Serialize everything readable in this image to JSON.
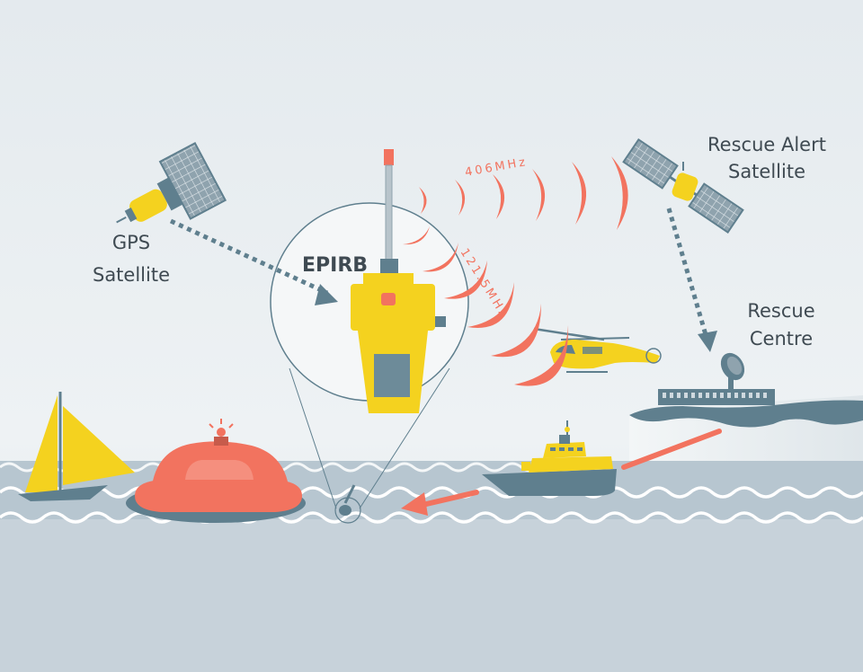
{
  "labels": {
    "gps": [
      "GPS",
      "Satellite"
    ],
    "rescue_alert": [
      "Rescue Alert",
      "Satellite"
    ],
    "rescue_centre": [
      "Rescue",
      "Centre"
    ],
    "epirb": "EPIRB",
    "freq_406": "406MHz",
    "freq_121": "121.5MHz"
  },
  "colors": {
    "sky": "#e9eef1",
    "sea_surface": "#b9c8d2",
    "sea_deep": "#c9d4dc",
    "yellow": "#f4d21f",
    "coral": "#f2735f",
    "slate": "#5f7f8e",
    "text": "#3f4a52"
  },
  "icons": [
    "gps-satellite-icon",
    "rescue-alert-satellite-icon",
    "epirb-beacon-icon",
    "helicopter-icon",
    "lifeboat-icon",
    "sailboat-icon",
    "life-raft-icon",
    "satellite-dish-icon",
    "rescue-centre-building-icon"
  ]
}
